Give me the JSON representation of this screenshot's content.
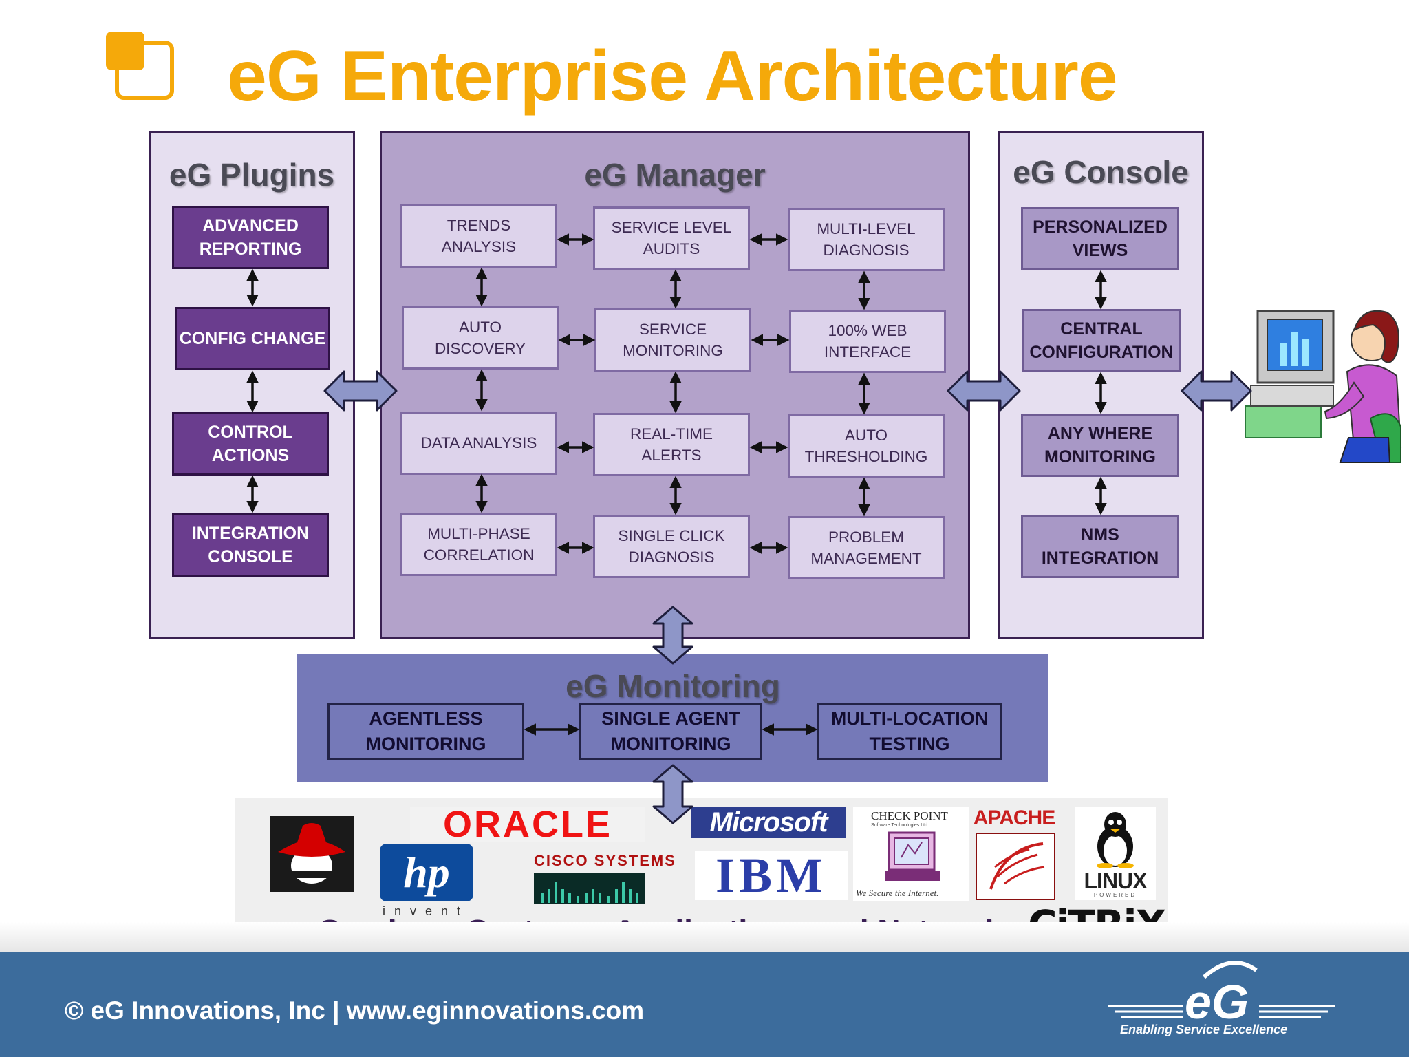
{
  "title": "eG Enterprise Architecture",
  "plugins": {
    "title": "eG Plugins",
    "items": [
      "ADVANCED\nREPORTING",
      "CONFIG CHANGE",
      "CONTROL\nACTIONS",
      "INTEGRATION\nCONSOLE"
    ]
  },
  "manager": {
    "title": "eG Manager",
    "rows": [
      [
        "TRENDS\nANALYSIS",
        "SERVICE LEVEL\nAUDITS",
        "MULTI-LEVEL\nDIAGNOSIS"
      ],
      [
        "AUTO\nDISCOVERY",
        "SERVICE\nMONITORING",
        "100% WEB\nINTERFACE"
      ],
      [
        "DATA ANALYSIS",
        "REAL-TIME\nALERTS",
        "AUTO\nTHRESHOLDING"
      ],
      [
        "MULTI-PHASE\nCORRELATION",
        "SINGLE CLICK\nDIAGNOSIS",
        "PROBLEM\nMANAGEMENT"
      ]
    ]
  },
  "console": {
    "title": "eG Console",
    "items": [
      "PERSONALIZED\nVIEWS",
      "CENTRAL\nCONFIGURATION",
      "ANY WHERE\nMONITORING",
      "NMS\nINTEGRATION"
    ]
  },
  "monitoring": {
    "title": "eG Monitoring",
    "items": [
      "AGENTLESS\nMONITORING",
      "SINGLE AGENT\nMONITORING",
      "MULTI-LOCATION\nTESTING"
    ]
  },
  "vendors": {
    "label": "Services, Systems, Applications and Networks",
    "oracle": "ORACLE",
    "microsoft": "Microsoft",
    "hp": "hp",
    "hp_invent": "i n v e n t",
    "cisco": "CISCO SYSTEMS",
    "ibm": "IBM",
    "checkpoint": "CHECK POINT",
    "checkpoint_sub": "Software Technologies Ltd.",
    "checkpoint_tagline": "We Secure the Internet.",
    "apache": "APACHE",
    "linux": "LINUX",
    "linux_sub": "POWERED",
    "citrix": "CiTRiX"
  },
  "footer": {
    "text": "© eG Innovations, Inc  |  www.eginnovations.com",
    "logo": "eG",
    "tagline": "Enabling Service Excellence"
  },
  "colors": {
    "title": "#f5a90a",
    "plugin_box": "#6a3d8e",
    "manager_panel": "#b3a2ca",
    "console_box": "#a898c6",
    "monitoring_panel": "#7579b8",
    "footer": "#3c6c9c"
  }
}
